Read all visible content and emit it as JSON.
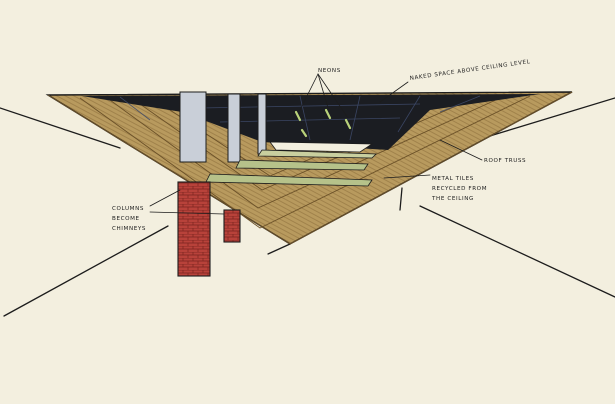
{
  "labels": {
    "neons": "NEONS",
    "naked_space": "NAKED SPACE ABOVE CEILING LEVEL",
    "roof_truss": "ROOF TRUSS",
    "metal_tiles_1": "METAL TILES",
    "metal_tiles_2": "RECYCLED FROM",
    "metal_tiles_3": "THE CEILING",
    "columns_1": "COLUMNS",
    "columns_2": "BECOME",
    "columns_3": "CHIMNEYS"
  },
  "colors": {
    "paper": "#f3efdf",
    "wood": "#b89a5e",
    "wood_dark": "#8a6d3a",
    "void": "#1b1d22",
    "metal": "#c9cfd8",
    "brick": "#b8423a",
    "neon": "#b9d27a"
  }
}
